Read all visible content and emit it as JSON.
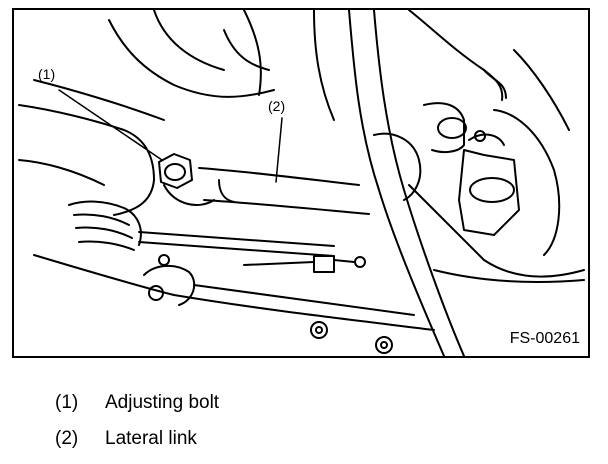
{
  "figure": {
    "code": "FS-00261",
    "callouts": [
      {
        "label": "(1)"
      },
      {
        "label": "(2)"
      }
    ]
  },
  "legend": [
    {
      "num": "(1)",
      "text": "Adjusting bolt"
    },
    {
      "num": "(2)",
      "text": "Lateral link"
    }
  ]
}
